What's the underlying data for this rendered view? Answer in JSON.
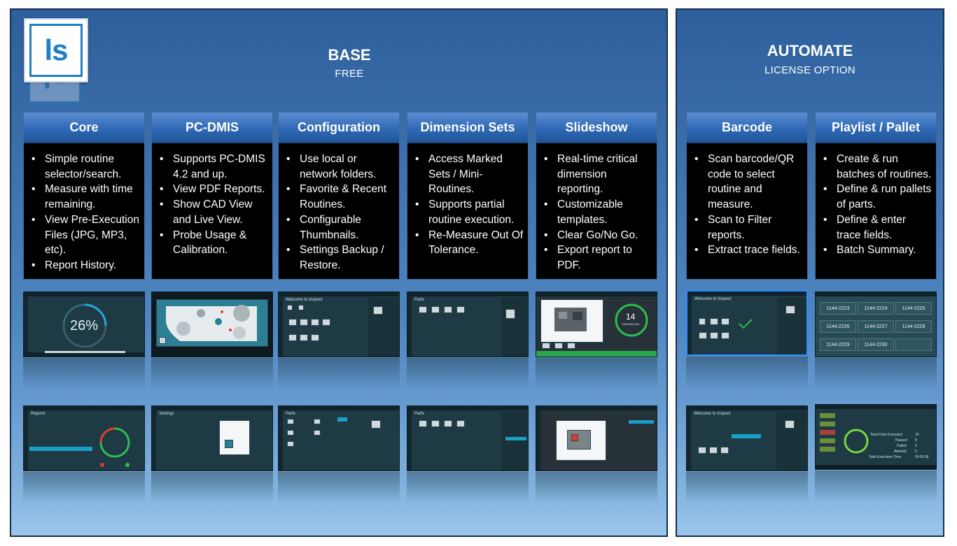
{
  "base": {
    "title": "BASE",
    "subtitle": "FREE",
    "logo_text": "ls",
    "cards": [
      {
        "title": "Core",
        "items": [
          "Simple routine selector/search.",
          "Measure with time remaining.",
          "View Pre-Execution Files (JPG, MP3, etc).",
          "Report History."
        ]
      },
      {
        "title": "PC-DMIS",
        "items": [
          "Supports  PC-DMIS 4.2 and up.",
          "View PDF Reports.",
          "Show CAD View and Live View.",
          "Probe Usage & Calibration."
        ]
      },
      {
        "title": "Configuration",
        "items": [
          "Use local or network  folders.",
          "Favorite & Recent Routines.",
          "Configurable Thumbnails.",
          "Settings Backup / Restore."
        ]
      },
      {
        "title": "Dimension Sets",
        "items": [
          "Access Marked Sets / Mini-Routines.",
          "Supports partial routine execution.",
          "Re-Measure Out Of Tolerance."
        ]
      },
      {
        "title": "Slideshow",
        "items": [
          "Real-time critical dimension reporting.",
          "Customizable templates.",
          "Clear Go/No Go.",
          "Export report to PDF."
        ]
      }
    ]
  },
  "automate": {
    "title": "AUTOMATE",
    "subtitle": "LICENSE OPTION",
    "cards": [
      {
        "title": "Barcode",
        "items": [
          "Scan barcode/QR code to select routine and measure.",
          "Scan to Filter reports.",
          "Extract trace fields."
        ]
      },
      {
        "title": "Playlist / Pallet",
        "items": [
          "Create & run batches of routines.",
          "Define & run pallets of parts.",
          "Define & enter trace fields.",
          "Batch Summary."
        ]
      }
    ]
  },
  "thumbs": {
    "core_progress": "26%",
    "slideshow_count": "14",
    "slideshow_label": "DIMENSIONS",
    "welcome": "Welcome to Inspect",
    "parts": "Parts",
    "reports": "Reports",
    "settings": "Settings",
    "pallet_tiles": [
      "1144-2223",
      "1144-2224",
      "1144-2225",
      "1144-2226",
      "1144-2227",
      "1144-2228",
      "1144-2229",
      "1144-2230"
    ],
    "summary_lines": [
      "Total Parts Executed",
      "Passed",
      "Failed",
      "Aborted",
      "Total Execution Time"
    ],
    "summary_values": [
      "10",
      "8",
      "2",
      "0",
      "00:00:38"
    ]
  }
}
